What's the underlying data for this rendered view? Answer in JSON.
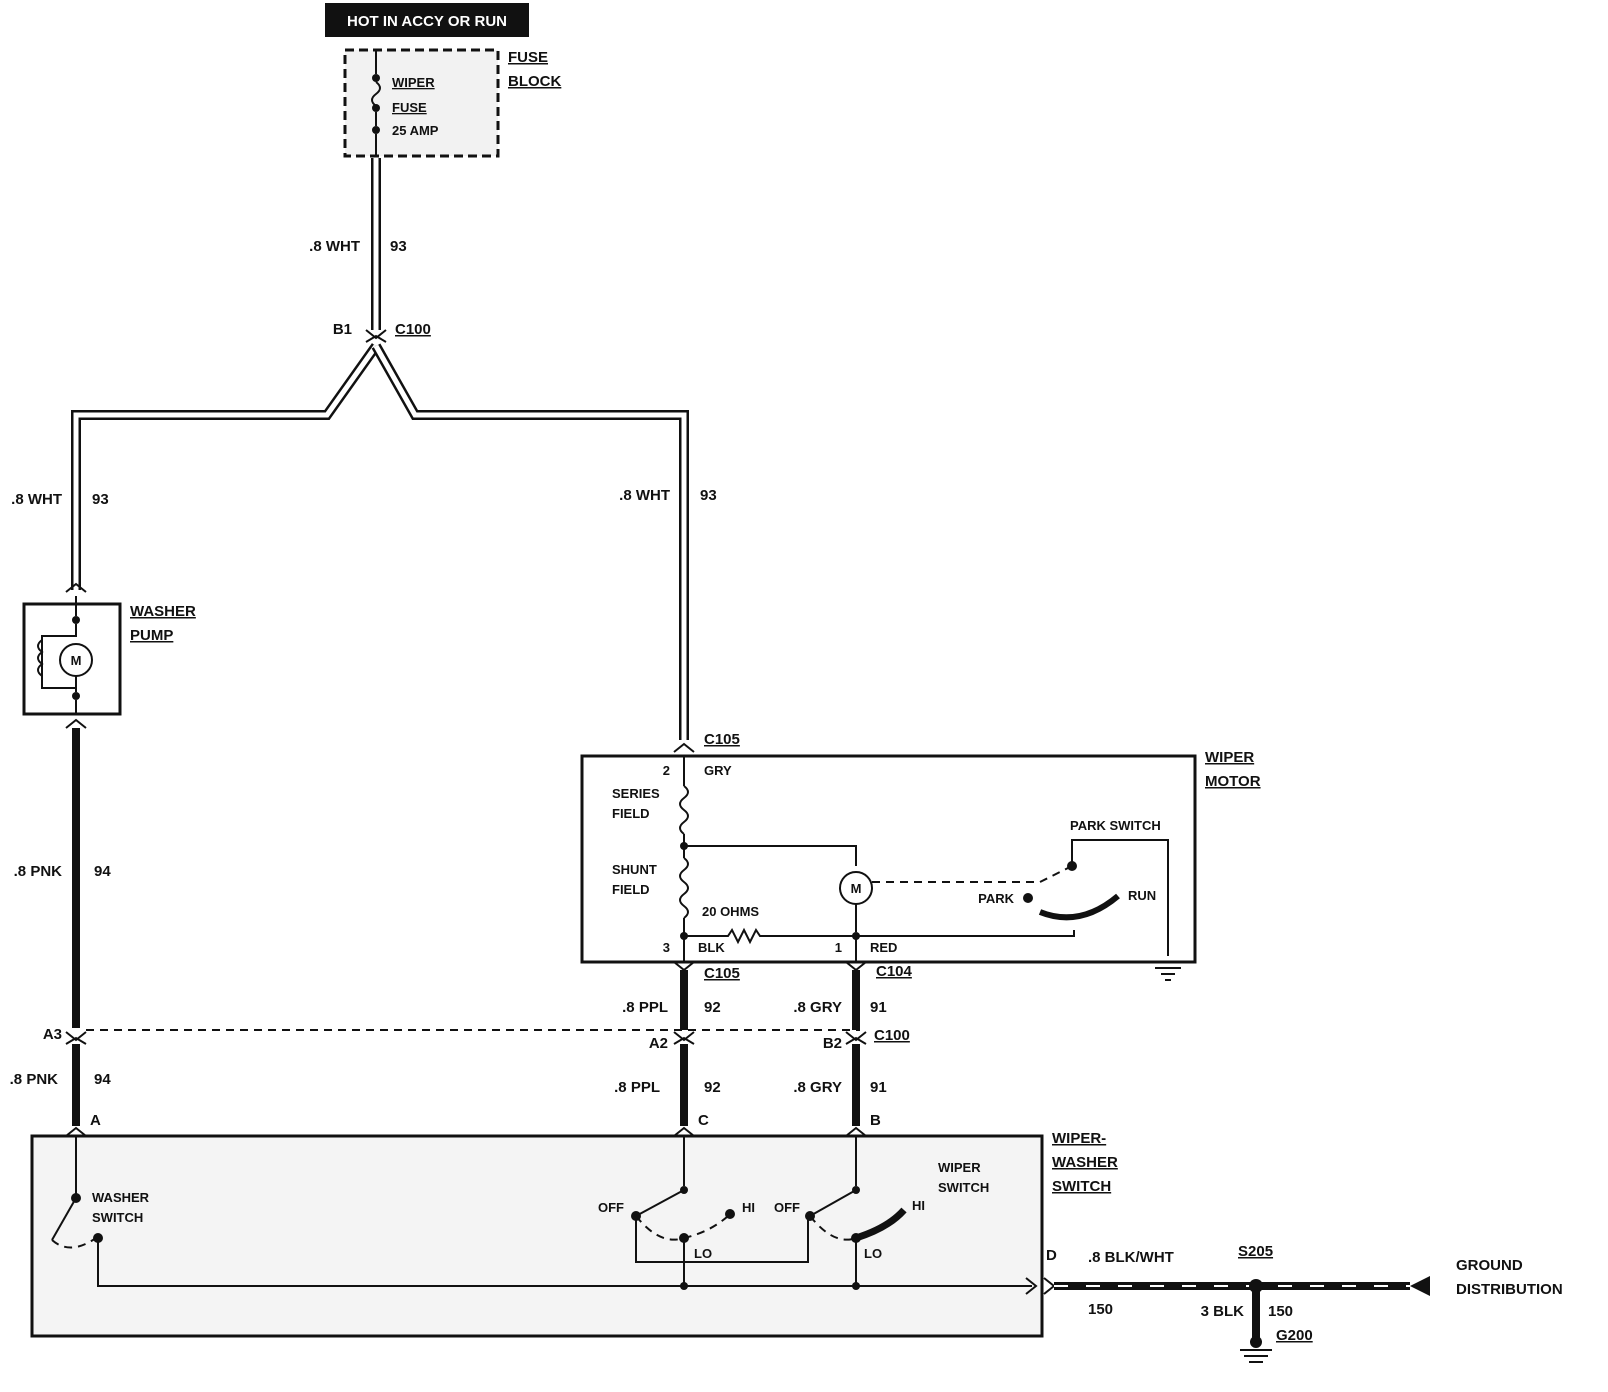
{
  "header": {
    "power_label": "HOT IN ACCY OR RUN"
  },
  "fuse_block": {
    "title_line1": "FUSE",
    "title_line2": "BLOCK",
    "fuse_line1": "WIPER",
    "fuse_line2": "FUSE",
    "rating": "25 AMP"
  },
  "wires": {
    "feed_color": ".8 WHT",
    "feed_circuit": "93",
    "left_color": ".8 WHT",
    "left_circuit": "93",
    "right_color": ".8 WHT",
    "right_circuit": "93",
    "pump_out_color": ".8 PNK",
    "pump_out_circuit": "94",
    "pump_lower_color": ".8 PNK",
    "pump_lower_circuit": "94",
    "lo_upper_color": ".8 PPL",
    "lo_upper_circuit": "92",
    "lo_lower_color": ".8 PPL",
    "lo_lower_circuit": "92",
    "hi_upper_color": ".8 GRY",
    "hi_upper_circuit": "91",
    "hi_lower_color": ".8 GRY",
    "hi_lower_circuit": "91",
    "ground_color": ".8 BLK/WHT",
    "ground_circuit": "150",
    "g200_color": "3 BLK",
    "g200_circuit": "150"
  },
  "connectors": {
    "c100_top_pin": "B1",
    "c100_top": "C100",
    "c105_top": "C105",
    "c105_pin_gry": "2",
    "c105_gry": "GRY",
    "c105_pin_blk": "3",
    "c105_blk": "BLK",
    "c105_bottom": "C105",
    "c104_pin": "1",
    "c104_red": "RED",
    "c104": "C104",
    "a3": "A3",
    "a2": "A2",
    "b2": "B2",
    "c100_bottom": "C100",
    "pin_a": "A",
    "pin_c": "C",
    "pin_b": "B",
    "pin_d": "D"
  },
  "washer_pump": {
    "line1": "WASHER",
    "line2": "PUMP",
    "motor": "M"
  },
  "wiper_motor": {
    "line1": "WIPER",
    "line2": "MOTOR",
    "motor": "M",
    "series_field_1": "SERIES",
    "series_field_2": "FIELD",
    "shunt_field_1": "SHUNT",
    "shunt_field_2": "FIELD",
    "resistor": "20 OHMS",
    "park_switch": "PARK SWITCH",
    "park": "PARK",
    "run": "RUN"
  },
  "wiper_washer_switch": {
    "line1": "WIPER-",
    "line2": "WASHER",
    "line3": "SWITCH",
    "washer_1": "WASHER",
    "washer_2": "SWITCH",
    "wiper_1": "WIPER",
    "wiper_2": "SWITCH",
    "off1": "OFF",
    "hi1": "HI",
    "lo1": "LO",
    "off2": "OFF",
    "hi2": "HI",
    "lo2": "LO"
  },
  "ground": {
    "splice": "S205",
    "ground_point": "G200",
    "dist_line1": "GROUND",
    "dist_line2": "DISTRIBUTION"
  }
}
